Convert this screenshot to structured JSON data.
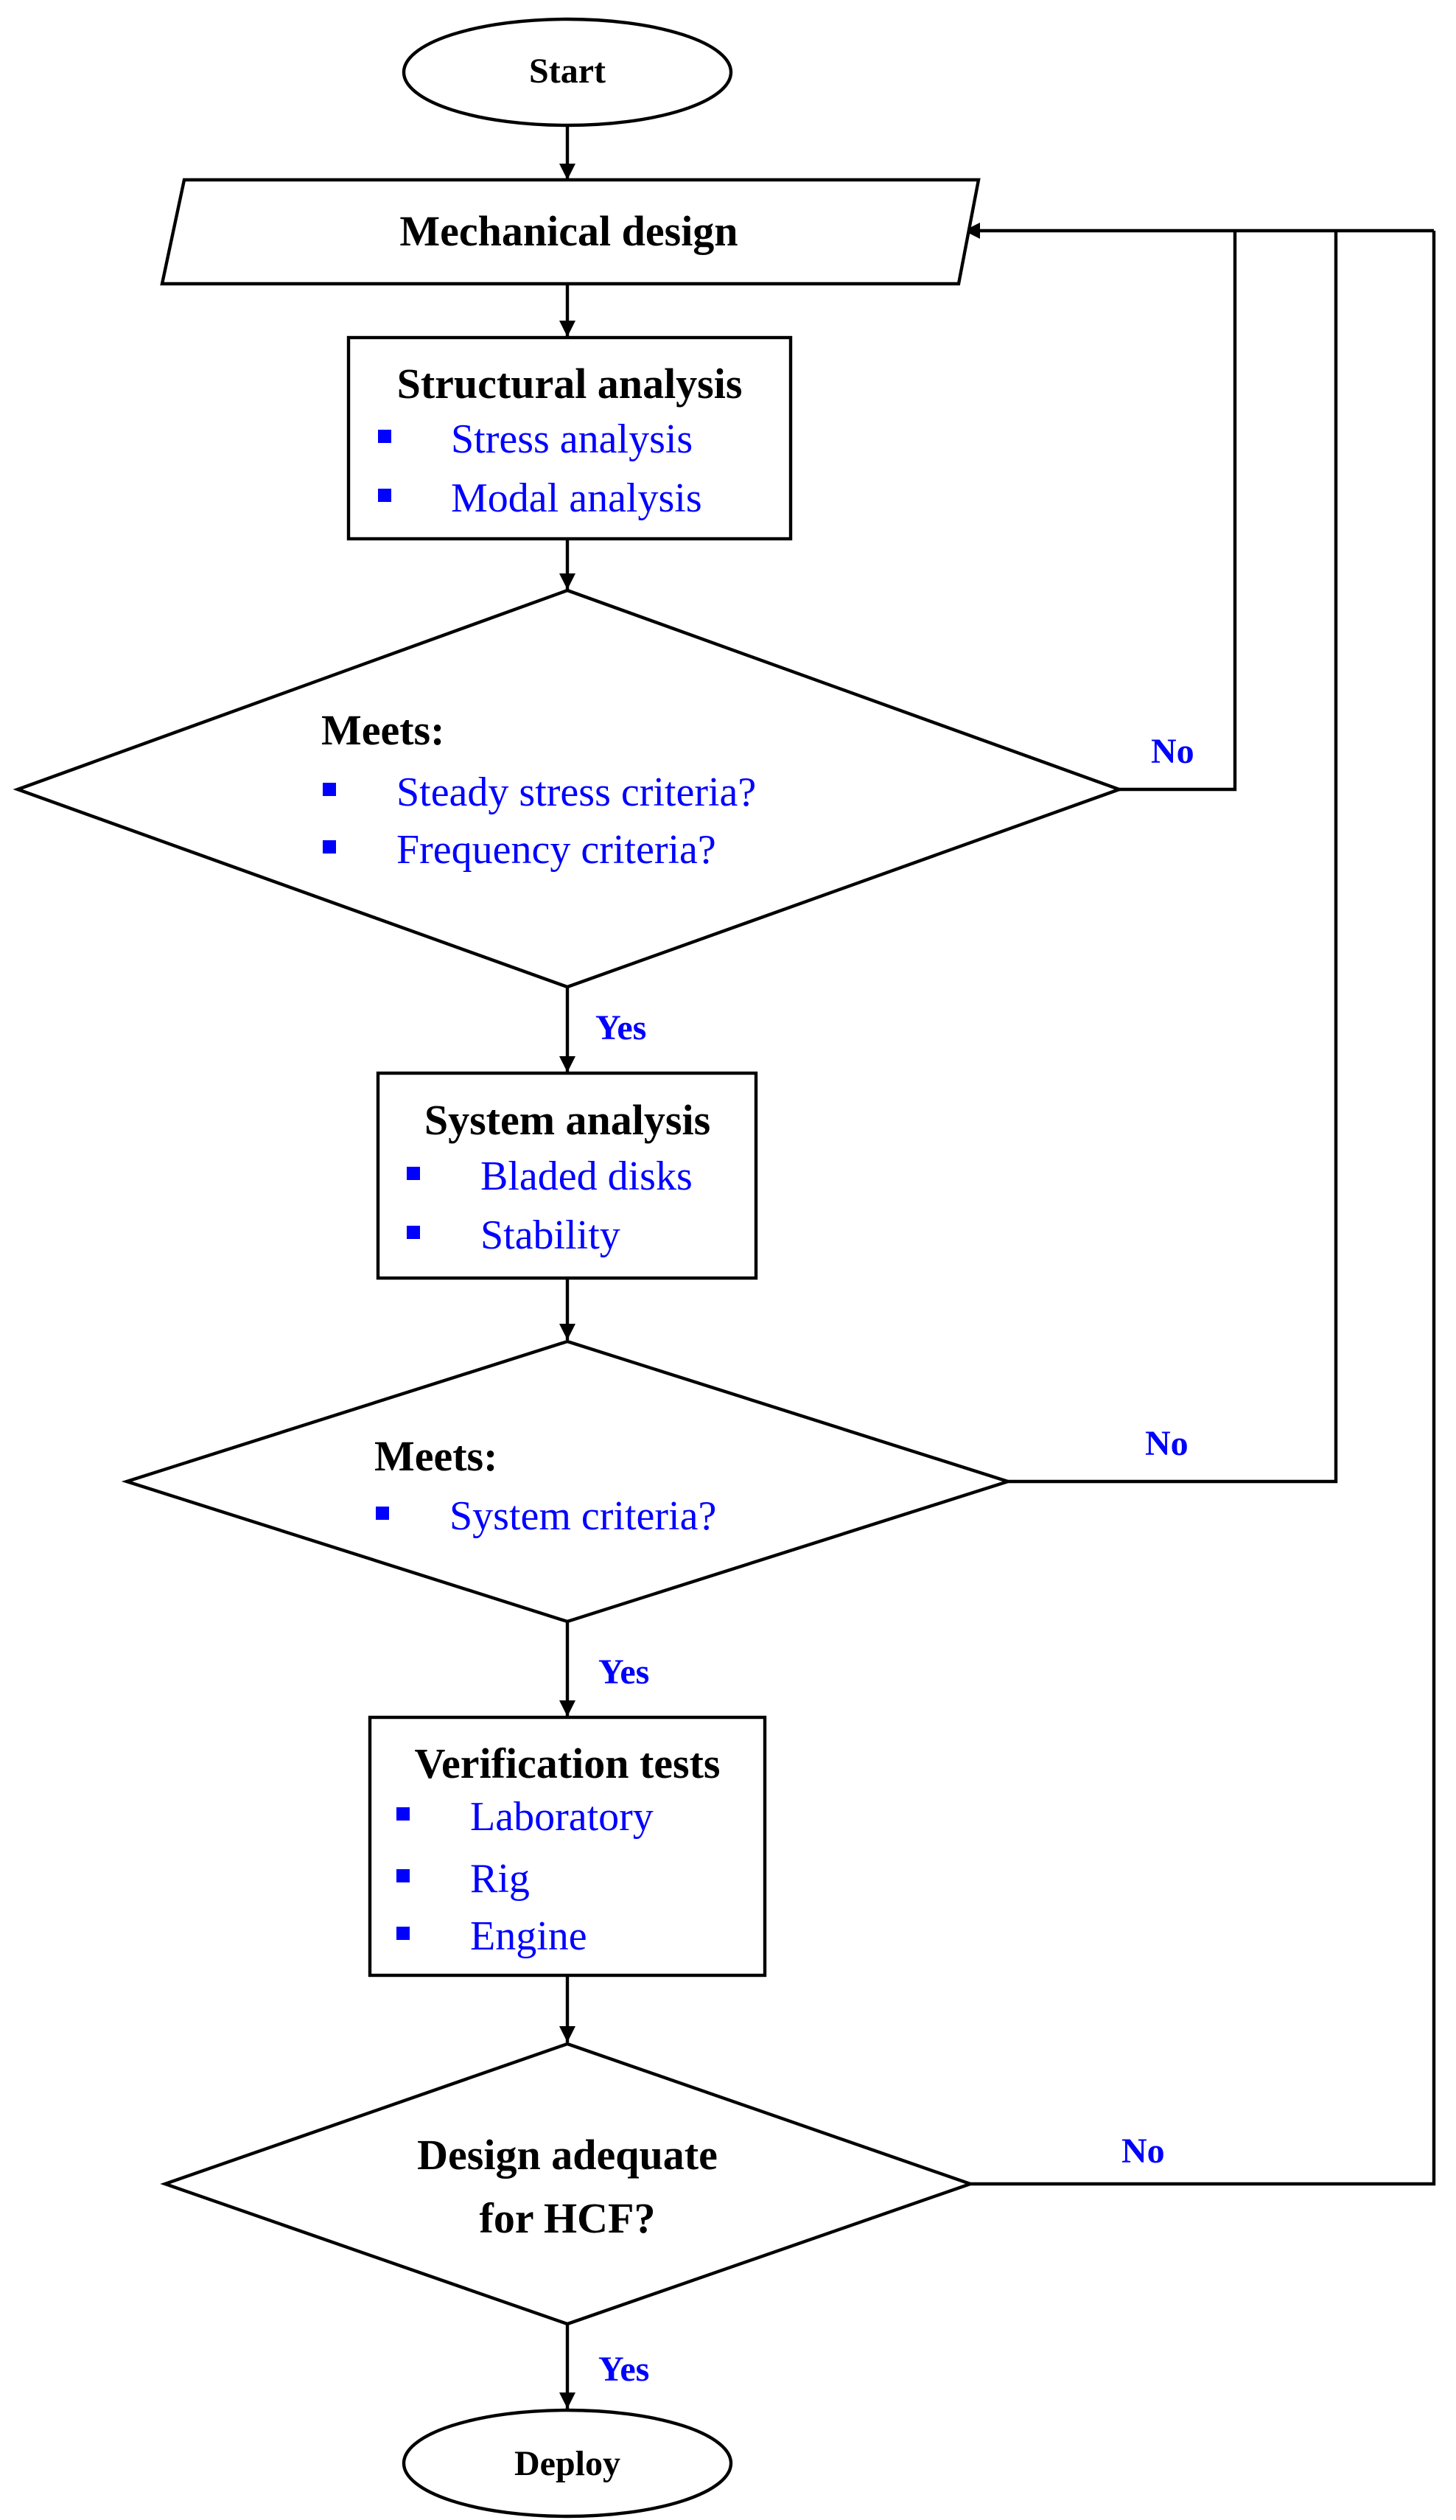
{
  "start": "Start",
  "mechanical_design": "Mechanical design",
  "structural": {
    "title": "Structural analysis",
    "items": [
      "Stress analysis",
      "Modal analysis"
    ]
  },
  "decision1": {
    "title": "Meets:",
    "items": [
      "Steady stress criteria?",
      "Frequency criteria?"
    ],
    "yes": "Yes",
    "no": "No"
  },
  "system": {
    "title": "System analysis",
    "items": [
      "Bladed disks",
      "Stability"
    ]
  },
  "decision2": {
    "title": "Meets:",
    "items": [
      "System criteria?"
    ],
    "yes": "Yes",
    "no": "No"
  },
  "verification": {
    "title": "Verification tests",
    "items": [
      "Laboratory",
      "Rig",
      "Engine"
    ]
  },
  "decision3": {
    "lines": [
      "Design adequate",
      "for HCF?"
    ],
    "yes": "Yes",
    "no": "No"
  },
  "deploy": "Deploy",
  "colors": {
    "item_text": "#0000ff",
    "label_text": "#0000ff",
    "outline": "#000000"
  }
}
